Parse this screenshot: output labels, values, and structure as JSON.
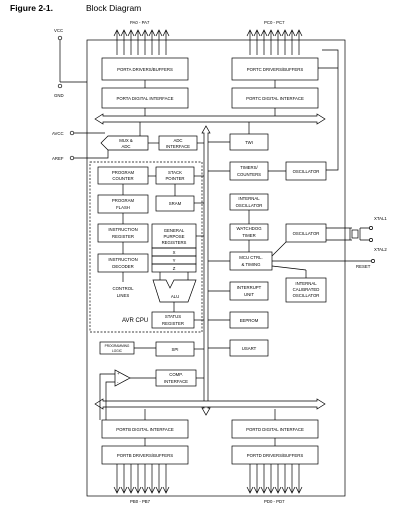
{
  "figure": {
    "label": "Figure 2-1.",
    "title": "Block Diagram"
  },
  "pins": {
    "vcc": "VCC",
    "gnd": "GND",
    "avcc": "AVCC",
    "aref": "AREF",
    "xtal1": "XTAL1",
    "xtal2": "XTAL2",
    "reset": "RESET",
    "pa": "PA0 - PA7",
    "pc": "PC0 - PC7",
    "pb": "PB0 - PB7",
    "pd": "PD0 - PD7"
  },
  "blocks": {
    "porta_drivers": "PORTA DRIVERS/BUFFERS",
    "porta_digital": "PORTA DIGITAL INTERFACE",
    "portc_drivers": "PORTC DRIVERS/BUFFERS",
    "portc_digital": "PORTC DIGITAL INTERFACE",
    "mux_adc": [
      "MUX &",
      "ADC"
    ],
    "adc_interface": [
      "ADC",
      "INTERFACE"
    ],
    "twi": "TWI",
    "program_counter": [
      "PROGRAM",
      "COUNTER"
    ],
    "stack_pointer": [
      "STACK",
      "POINTER"
    ],
    "timers_counters": [
      "TIMERS/",
      "COUNTERS"
    ],
    "oscillator_1": "OSCILLATOR",
    "program_flash": [
      "PROGRAM",
      "FLASH"
    ],
    "sram": "SRAM",
    "internal_oscillator": [
      "INTERNAL",
      "OSCILLATOR"
    ],
    "instruction_register": [
      "INSTRUCTION",
      "REGISTER"
    ],
    "gpr": [
      "GENERAL",
      "PURPOSE",
      "REGISTERS"
    ],
    "reg_x": "X",
    "reg_y": "Y",
    "reg_z": "Z",
    "watchdog_timer": [
      "WATCHDOG",
      "TIMER"
    ],
    "oscillator_2": "OSCILLATOR",
    "instruction_decoder": [
      "INSTRUCTION",
      "DECODER"
    ],
    "mcu_ctrl": [
      "MCU CTRL.",
      "& TIMING"
    ],
    "control_lines": [
      "CONTROL",
      "LINES"
    ],
    "alu": "ALU",
    "interrupt_unit": [
      "INTERRUPT",
      "UNIT"
    ],
    "internal_calibrated_oscillator": [
      "INTERNAL",
      "CALIBRATED",
      "OSCILLATOR"
    ],
    "avr_cpu": "AVR CPU",
    "status_register": [
      "STATUS",
      "REGISTER"
    ],
    "eeprom": "EEPROM",
    "programming_logic": [
      "PROGRAMMING",
      "LOGIC"
    ],
    "spi": "SPI",
    "usart": "USART",
    "comp_interface": [
      "COMP.",
      "INTERFACE"
    ],
    "portb_digital": "PORTB DIGITAL INTERFACE",
    "portd_digital": "PORTD DIGITAL INTERFACE",
    "portb_drivers": "PORTB DRIVERS/BUFFERS",
    "portd_drivers": "PORTD DRIVERS/BUFFERS",
    "comparator_plus": "+",
    "comparator_minus": "-"
  }
}
